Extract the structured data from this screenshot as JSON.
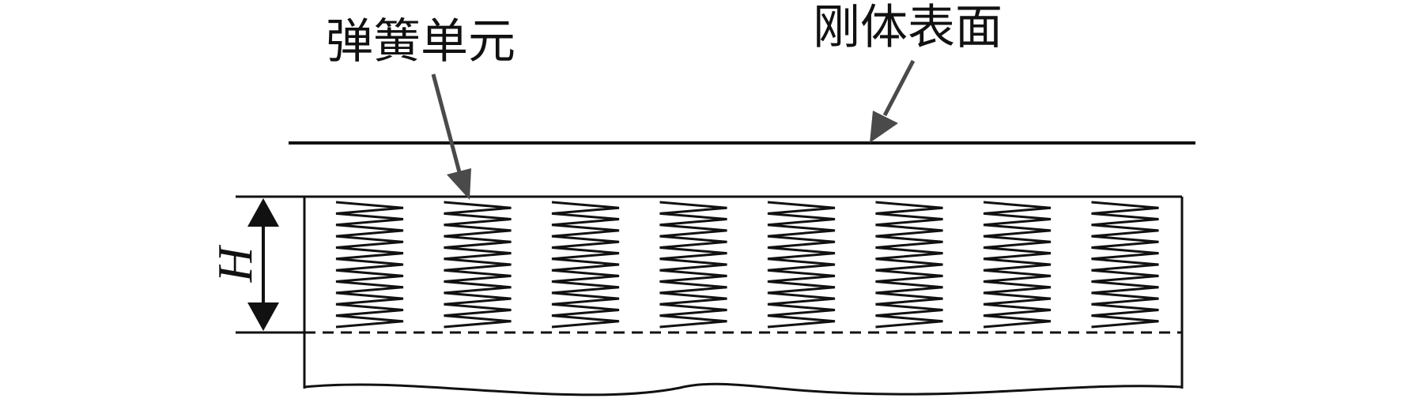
{
  "labels": {
    "spring_unit": "弹簧单元",
    "rigid_surface": "刚体表面",
    "height_symbol": "H"
  },
  "colors": {
    "line": "#111111",
    "arrow": "#4a4a4a",
    "background": "#ffffff"
  },
  "springs": {
    "count": 8,
    "zigzag_count": 11
  }
}
